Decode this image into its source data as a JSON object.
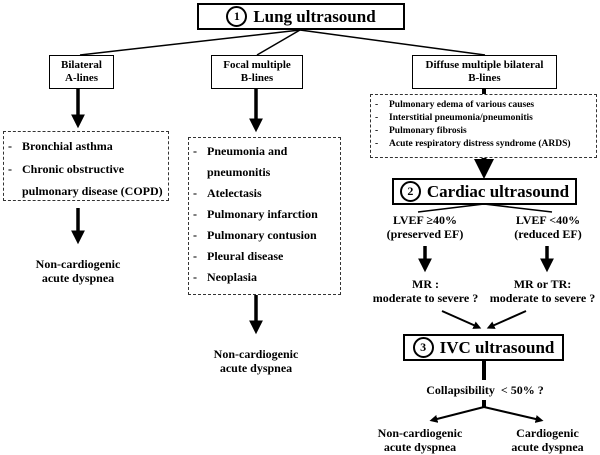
{
  "title": "Lung ultrasound-based algorithm for acute dyspnea",
  "steps": {
    "lung": {
      "number": "1",
      "label": "Lung ultrasound"
    },
    "cardiac": {
      "number": "2",
      "label": "Cardiac ultrasound"
    },
    "ivc": {
      "number": "3",
      "label": "IVC ultrasound"
    }
  },
  "branches": {
    "a_lines": {
      "label_line1": "Bilateral",
      "label_line2": "A-lines",
      "conditions": [
        "Bronchial asthma",
        "Chronic obstructive pulmonary disease (COPD)"
      ],
      "outcome_line1": "Non-cardiogenic",
      "outcome_line2": "acute dyspnea"
    },
    "focal_b_lines": {
      "label_line1": "Focal multiple",
      "label_line2": "B-lines",
      "conditions": [
        "Pneumonia and pneumonitis",
        "Atelectasis",
        "Pulmonary infarction",
        "Pulmonary contusion",
        "Pleural disease",
        "Neoplasia"
      ],
      "outcome_line1": "Non-cardiogenic",
      "outcome_line2": "acute dyspnea"
    },
    "diffuse_b_lines": {
      "label_line1": "Diffuse multiple bilateral",
      "label_line2": "B-lines",
      "conditions": [
        "Pulmonary edema of various causes",
        "Interstitial pneumonia/pneumonitis",
        "Pulmonary fibrosis",
        "Acute respiratory distress syndrome (ARDS)"
      ]
    }
  },
  "cardiac": {
    "preserved": {
      "line1": "LVEF ≥40%",
      "line2": "(preserved EF)",
      "question_line1": "MR :",
      "question_line2": "moderate to severe ?"
    },
    "reduced": {
      "line1": "LVEF <40%",
      "line2": "(reduced EF)",
      "question_line1": "MR or TR:",
      "question_line2": "moderate to severe ?"
    }
  },
  "ivc": {
    "question": "Collapsibility  < 50% ?",
    "outcome_left_line1": "Non-cardiogenic",
    "outcome_left_line2": "acute dyspnea",
    "outcome_right_line1": "Cardiogenic",
    "outcome_right_line2": "acute dyspnea"
  }
}
